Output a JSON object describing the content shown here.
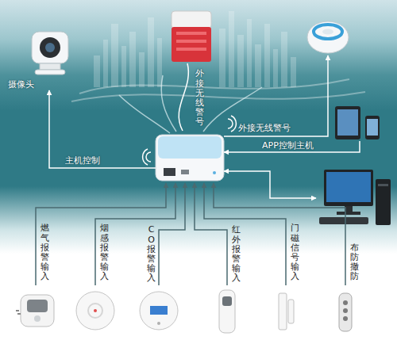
{
  "diagram": {
    "nodes": [
      {
        "text": [
          "摄像头"
        ]
      },
      {
        "text": []
      },
      {
        "text": []
      },
      {
        "text": []
      },
      {
        "text": []
      },
      {
        "text": []
      },
      {
        "text": []
      },
      {
        "text": []
      },
      {
        "text": []
      },
      {
        "text": []
      },
      {
        "text": []
      },
      {
        "text": []
      }
    ],
    "edges": [
      {
        "from": 3,
        "to": 0,
        "arrow": "to",
        "label": "主机控制"
      },
      {
        "from": 3,
        "to": 1,
        "arrow": "none",
        "label": "外接无线警号"
      },
      {
        "from": 3,
        "to": 2,
        "arrow": "to",
        "label": "外接无线警号"
      },
      {
        "from": 4,
        "to": 3,
        "arrow": "to",
        "label": "APP控制主机"
      },
      {
        "from": 3,
        "to": 5,
        "arrow": "both"
      },
      {
        "from": 6,
        "to": 3,
        "arrow": "to",
        "label": "燃气报警输入"
      },
      {
        "from": 7,
        "to": 3,
        "arrow": "to",
        "label": "烟感报警输入"
      },
      {
        "from": 8,
        "to": 3,
        "arrow": "to",
        "label": "CO报警输入"
      },
      {
        "from": 9,
        "to": 3,
        "arrow": "to",
        "label": "红外报警输入"
      },
      {
        "from": 10,
        "to": 3,
        "arrow": "to",
        "label": "门磁信号输入"
      },
      {
        "from": 11,
        "to": 3,
        "arrow": "to",
        "label": "布防撤防"
      }
    ]
  }
}
